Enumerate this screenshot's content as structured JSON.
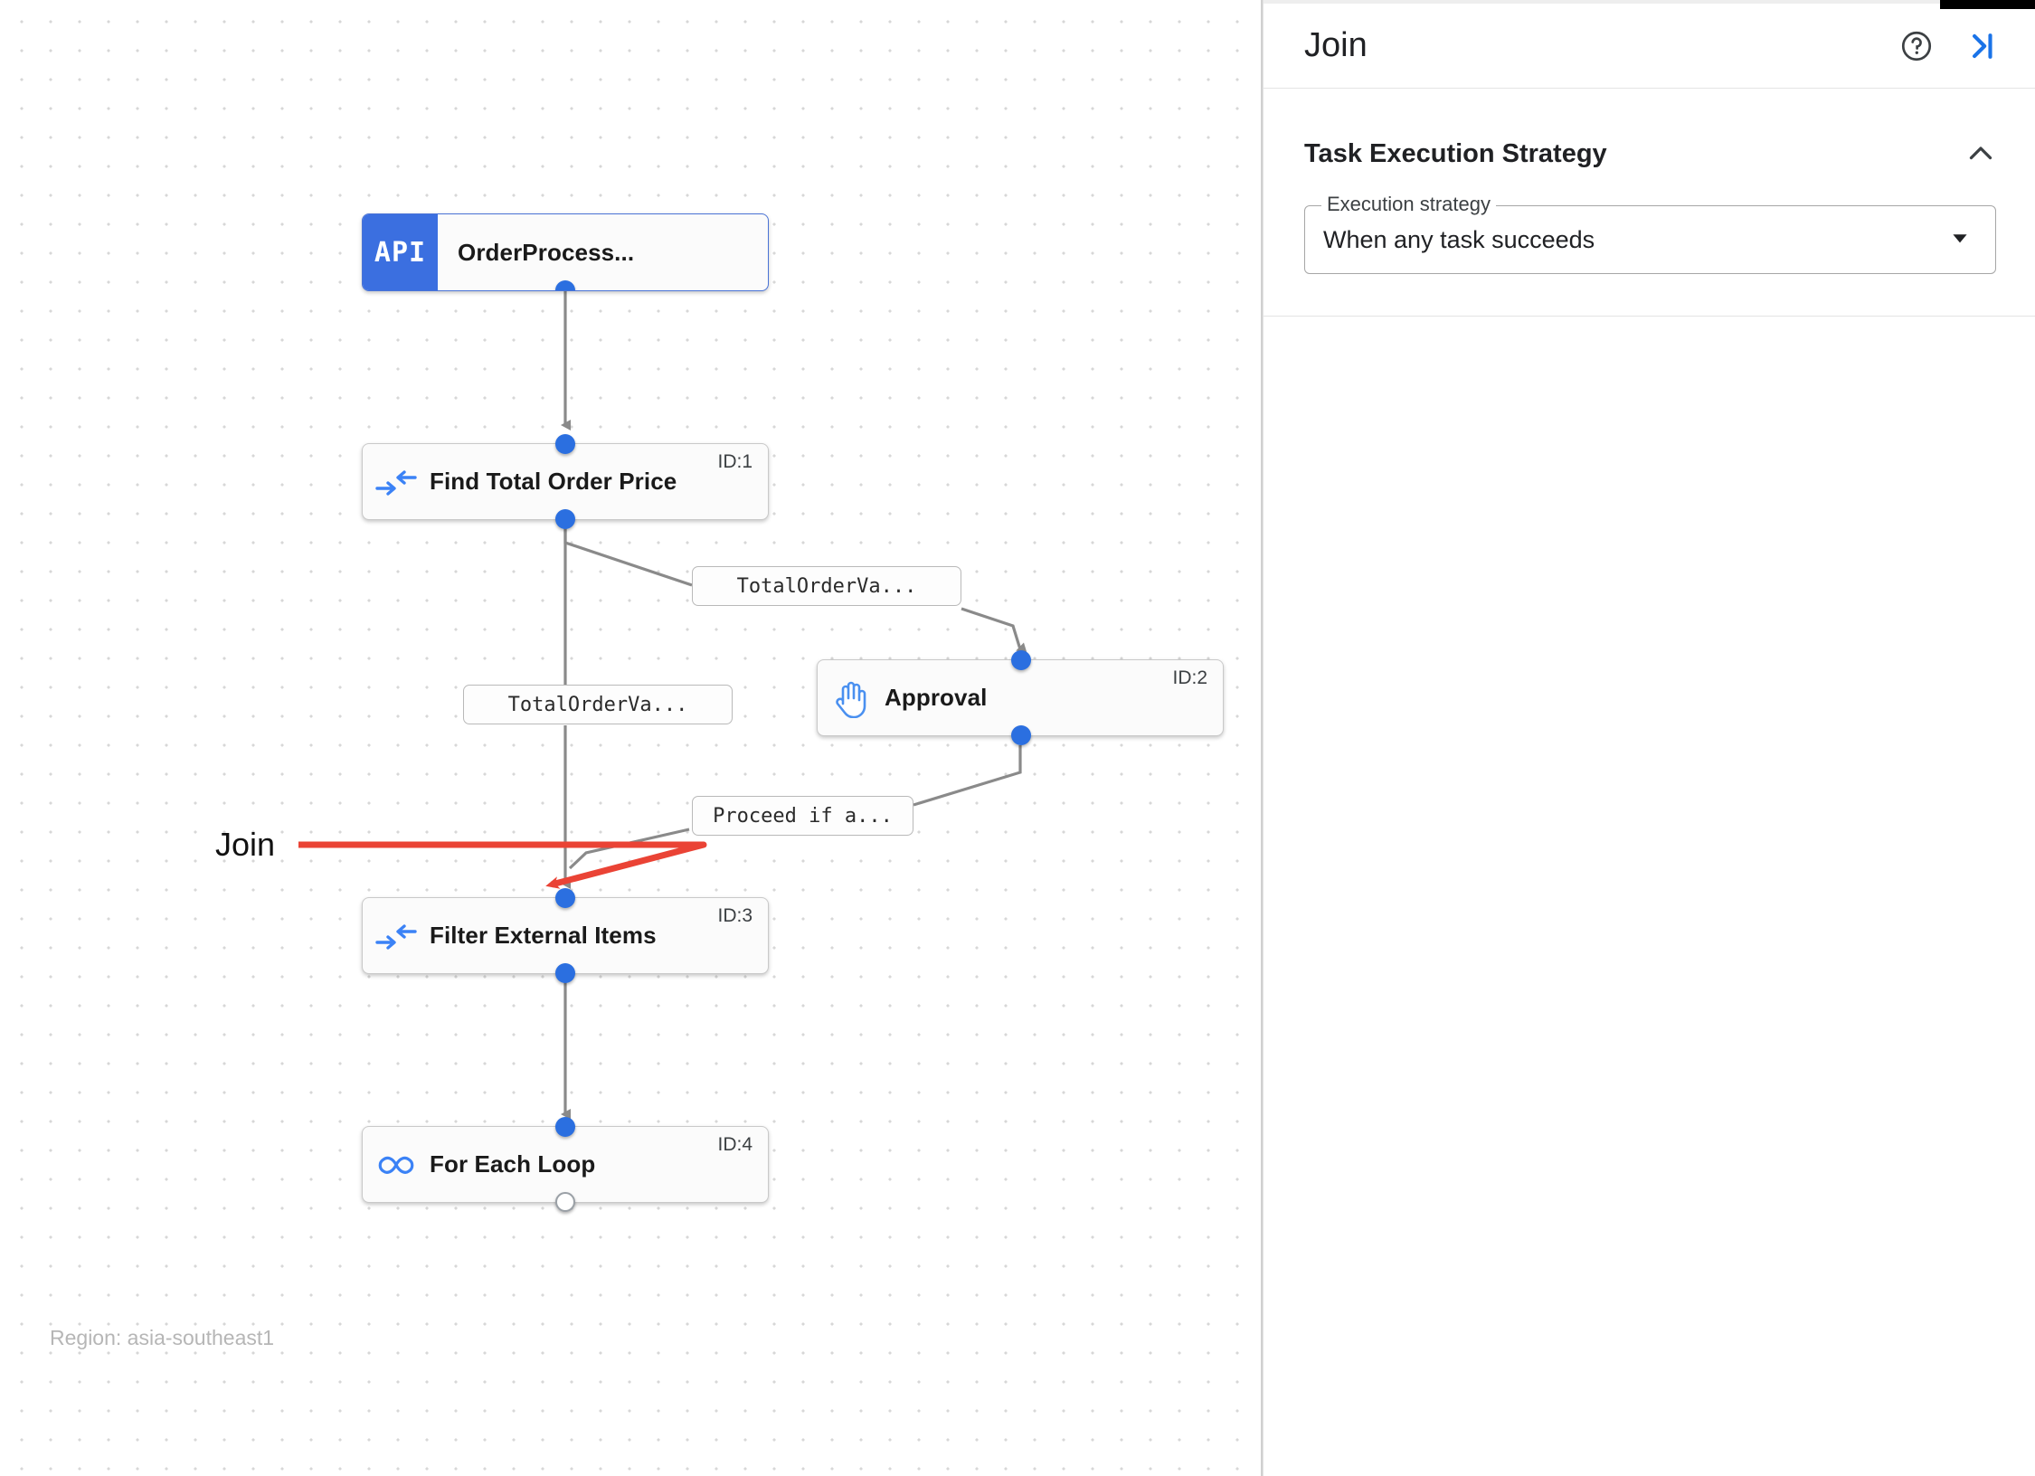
{
  "canvas": {
    "region_label": "Region: asia-southeast1",
    "annotation": {
      "label": "Join",
      "color": "#ea4335"
    },
    "nodes": [
      {
        "id": "api",
        "title": "OrderProcess...",
        "badge": "API",
        "id_label": "",
        "icon": "api-badge-icon"
      },
      {
        "id": "task1",
        "title": "Find Total Order Price",
        "badge": "",
        "id_label": "ID:1",
        "icon": "merge-arrows-icon"
      },
      {
        "id": "task2",
        "title": "Approval",
        "badge": "",
        "id_label": "ID:2",
        "icon": "raised-hand-icon"
      },
      {
        "id": "task3",
        "title": "Filter External Items",
        "badge": "",
        "id_label": "ID:3",
        "icon": "merge-arrows-icon"
      },
      {
        "id": "task4",
        "title": "For Each Loop",
        "badge": "",
        "id_label": "ID:4",
        "icon": "infinity-loop-icon"
      }
    ],
    "edge_labels": [
      {
        "id": "edge-1-2",
        "text": "TotalOrderVa..."
      },
      {
        "id": "edge-1-3",
        "text": "TotalOrderVa..."
      },
      {
        "id": "edge-2-3",
        "text": "Proceed if a..."
      }
    ],
    "accent_color": "#2b6fe0"
  },
  "panel": {
    "title": "Join",
    "help_icon": "help-circle-icon",
    "collapse_icon": "collapse-panel-icon",
    "section": {
      "title": "Task Execution Strategy",
      "chevron_icon": "chevron-up-icon",
      "field": {
        "legend": "Execution strategy",
        "value": "When any task succeeds",
        "arrow_icon": "dropdown-arrow-icon"
      }
    }
  }
}
